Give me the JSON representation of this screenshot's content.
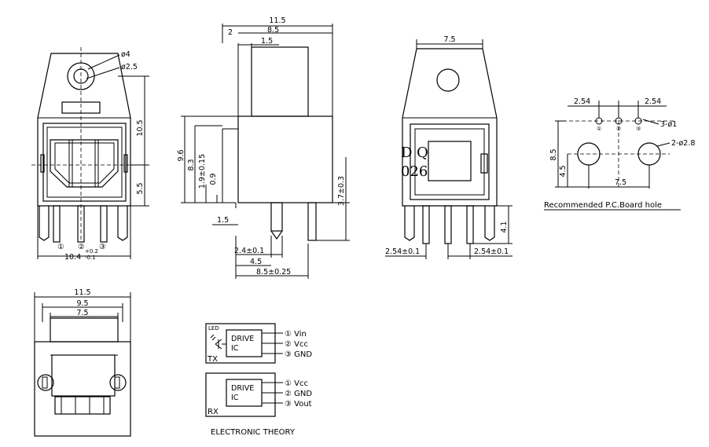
{
  "front_view": {
    "phi4": "ø4",
    "phi25": "ø2.5",
    "h105": "10.5",
    "h55": "5.5",
    "width": "10.4",
    "width_tol_up": "+0.2",
    "width_tol_dn": "-0.1",
    "pin1": "①",
    "pin2": "②",
    "pin3": "③"
  },
  "side_view": {
    "w115": "11.5",
    "w2": "2",
    "w85": "8.5",
    "w15top": "1.5",
    "h96": "9.6",
    "h83": "8.3",
    "h19": "1.9±0.15",
    "h09": "0.9",
    "w15bot": "1.5",
    "h37": "3.7±0.3",
    "w24": "2.4±0.1",
    "w45": "4.5",
    "w85tol": "8.5±0.25"
  },
  "back_view": {
    "w75": "7.5",
    "mark_line1": "D Q",
    "mark_line2": "026",
    "h41": "4.1",
    "pitch_left": "2.54±0.1",
    "pitch_right": "2.54±0.1"
  },
  "pcb": {
    "p254_left": "2.54",
    "p254_right": "2.54",
    "holes_small": "3-ø1",
    "holes_large": "2-ø2.8",
    "h85": "8.5",
    "h45": "4.5",
    "w75": "7.5",
    "caption": "Recommended P.C.Board hole"
  },
  "bottom_view": {
    "w115": "11.5",
    "w95": "9.5",
    "w75": "7.5"
  },
  "schematic": {
    "tx": {
      "led": "LED",
      "block_line1": "DRIVE",
      "block_line2": "IC",
      "label": "TX",
      "pins": [
        "① Vin",
        "② Vcc",
        "③ GND"
      ]
    },
    "rx": {
      "block_line1": "DRIVE",
      "block_line2": "IC",
      "label": "RX",
      "pins": [
        "① Vcc",
        "② GND",
        "③ Vout"
      ]
    },
    "caption": "ELECTRONIC THEORY"
  }
}
